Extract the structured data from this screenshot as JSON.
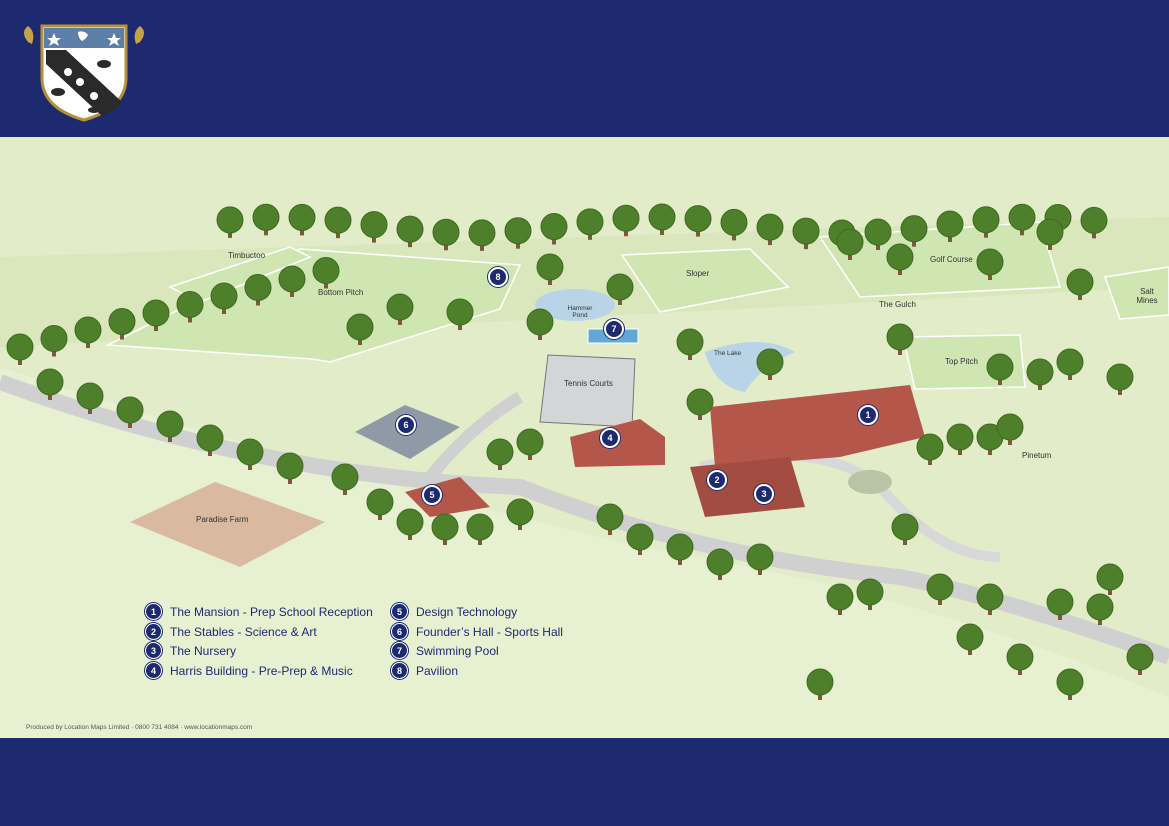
{
  "map": {
    "place_labels": [
      {
        "id": "timbuctoo",
        "text": "Timbuctoo"
      },
      {
        "id": "bottom-pitch",
        "text": "Bottom Pitch"
      },
      {
        "id": "sloper",
        "text": "Sloper"
      },
      {
        "id": "golf-course",
        "text": "Golf Course"
      },
      {
        "id": "salt-mines",
        "text": "Salt Mines"
      },
      {
        "id": "the-gulch",
        "text": "The Gulch"
      },
      {
        "id": "hammer-pond",
        "text": "Hammer Pond"
      },
      {
        "id": "tennis-courts",
        "text": "Tennis Courts"
      },
      {
        "id": "the-lake",
        "text": "The Lake"
      },
      {
        "id": "top-pitch",
        "text": "Top Pitch"
      },
      {
        "id": "pinetum",
        "text": "Pinetum"
      },
      {
        "id": "paradise-farm",
        "text": "Paradise Farm"
      }
    ],
    "markers": [
      "1",
      "2",
      "3",
      "4",
      "5",
      "6",
      "7",
      "8"
    ]
  },
  "legend": {
    "items": [
      {
        "num": "1",
        "text": "The Mansion - Prep School Reception"
      },
      {
        "num": "2",
        "text": "The Stables - Science & Art"
      },
      {
        "num": "3",
        "text": "The Nursery"
      },
      {
        "num": "4",
        "text": "Harris Building - Pre-Prep & Music"
      },
      {
        "num": "5",
        "text": "Design Technology"
      },
      {
        "num": "6",
        "text": "Founder’s Hall - Sports Hall"
      },
      {
        "num": "7",
        "text": "Swimming Pool"
      },
      {
        "num": "8",
        "text": "Pavilion"
      }
    ]
  },
  "credit": "Produced by Location Maps Limited · 0800 731 4084 · www.locationmaps.com",
  "colors": {
    "navy": "#1d2a70",
    "grass": "#dfe9c4",
    "pitch": "#cde6b0",
    "tree": "#4e7f2a",
    "building": "#b4574a"
  }
}
